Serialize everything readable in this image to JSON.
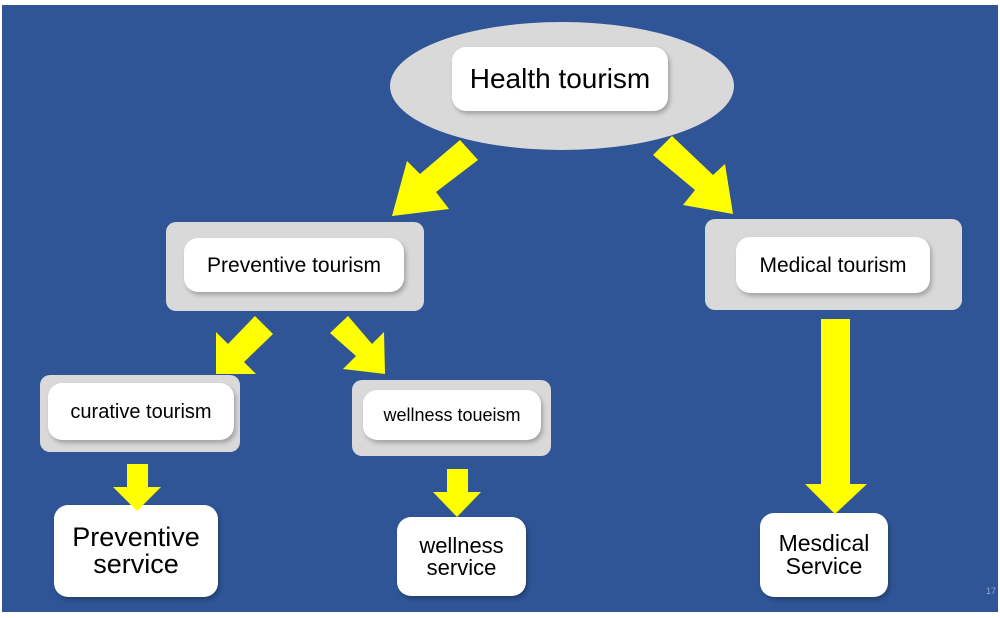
{
  "diagram": {
    "root": {
      "label": "Health tourism"
    },
    "preventive": {
      "label": "Preventive tourism"
    },
    "medical": {
      "label": "Medical tourism"
    },
    "curative": {
      "label": "curative tourism"
    },
    "wellness": {
      "label": "wellness toueism"
    },
    "preventive_service": {
      "line1": "Preventive",
      "line2": "service"
    },
    "wellness_service": {
      "line1": "wellness",
      "line2": "service"
    },
    "medical_service": {
      "line1": "Mesdical",
      "line2": "Service"
    }
  },
  "colors": {
    "background": "#2f5597",
    "box_outer": "#d9d9d9",
    "box_inner": "#ffffff",
    "arrow": "#ffff00"
  },
  "page_number": "17"
}
